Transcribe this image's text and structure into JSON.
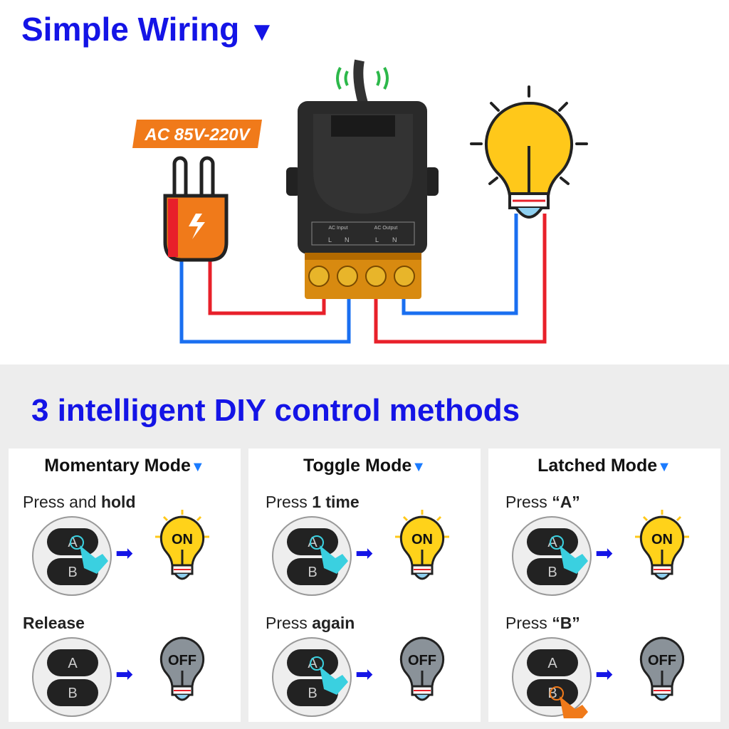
{
  "header": {
    "title": "Simple Wiring",
    "title_icon": "triangle-down-icon"
  },
  "wiring": {
    "voltage_tag": "AC 85V-220V",
    "relay": {
      "input_label": "AC Input",
      "output_label": "AC Output",
      "l": "L",
      "n": "N"
    },
    "colors": {
      "live": "#e8202a",
      "neutral": "#1a6ff0",
      "tag": "#f07a1a"
    }
  },
  "methods": {
    "title": "3 intelligent DIY control methods",
    "cards": [
      {
        "title": "Momentary Mode",
        "step1": {
          "pre": "Press and ",
          "bold": "hold",
          "pressed": "A",
          "bulb": "ON"
        },
        "step2": {
          "pre": "",
          "bold": "Release",
          "pressed": "",
          "bulb": "OFF"
        }
      },
      {
        "title": "Toggle Mode",
        "step1": {
          "pre": "Press ",
          "bold": "1 time",
          "pressed": "A",
          "bulb": "ON"
        },
        "step2": {
          "pre": "Press ",
          "bold": "again",
          "pressed": "A",
          "bulb": "OFF"
        }
      },
      {
        "title": "Latched Mode",
        "step1": {
          "pre": "Press ",
          "bold": "“A”",
          "pressed": "A",
          "bulb": "ON"
        },
        "step2": {
          "pre": "Press ",
          "bold": "“B”",
          "pressed": "B",
          "bulb": "OFF"
        }
      }
    ],
    "remote": {
      "button_a": "A",
      "button_b": "B"
    }
  }
}
